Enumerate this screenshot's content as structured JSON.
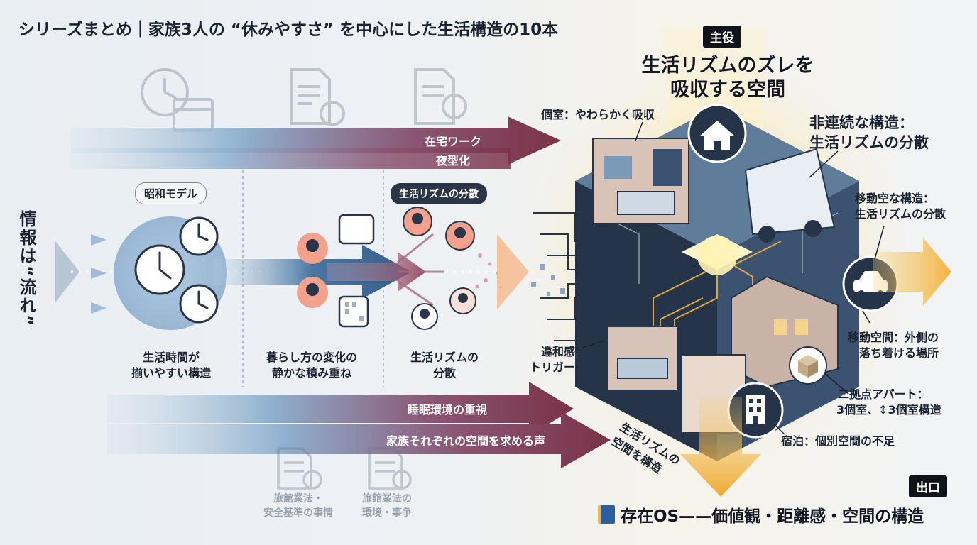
{
  "title": "シリーズまとめ｜家族3人の “休みやすさ” を中心にした生活構造の10本",
  "badges": {
    "main": "主役",
    "exit": "出口"
  },
  "headline": {
    "line1": "生活リズムのズレを",
    "line2": "吸収する空間"
  },
  "left_vertical": "情報は“流れ”",
  "stages": {
    "showa_label": "昭和モデル",
    "stage1_caption_1": "生活時間が",
    "stage1_caption_2": "揃いやすい構造",
    "stage2_caption_1": "暮らし方の変化の",
    "stage2_caption_2": "静かな積み重ね",
    "stage3_pill": "生活リズムの分散",
    "stage3_caption_1": "生活リズムの",
    "stage3_caption_2": "分散"
  },
  "top_arrows": [
    "在宅ワーク",
    "夜型化"
  ],
  "bottom_arrows": [
    "睡眠環境の重視",
    "家族それぞれの空間を求める声"
  ],
  "faded_docs": {
    "left_1": "旅館業法・",
    "left_2": "安全基準の事情",
    "right_1": "旅館業法の",
    "right_2": "環境・事争"
  },
  "right_labels": {
    "private_room": "個室：やわらかく吸収",
    "noncontinuous_1": "非連続な構造：",
    "noncontinuous_2": "生活リズムの分散",
    "mobile_1": "移動空な構造：",
    "mobile_2": "生活リズムの分散",
    "mobile_space_1": "移動空間：外側の",
    "mobile_space_2": "落ち着ける場所",
    "dual_1": "二拠点アパート：",
    "dual_2": "3個室、↕3個室構造",
    "lodging": "宿泊：個別空間の不足",
    "trigger_1": "違和感",
    "trigger_2": "トリガー",
    "diag_1": "生活リズムの",
    "diag_2": "空間を構造"
  },
  "footer": {
    "book_icon": "book-icon",
    "text": "存在OS——価値観・距離感・空間の構造"
  },
  "colors": {
    "arrow_red": "#7a3348",
    "arrow_blue": "#7fa6c8",
    "accent_yellow": "#f2b340",
    "navy": "#26344a"
  }
}
